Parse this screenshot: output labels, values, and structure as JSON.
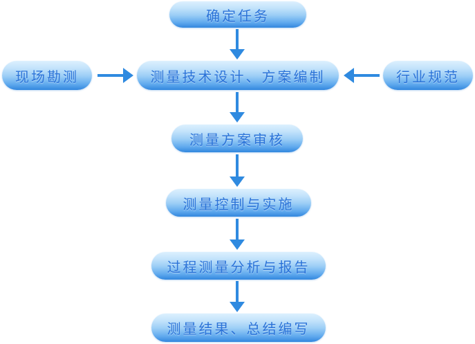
{
  "diagram": {
    "background_color": "#ffffff",
    "colors": {
      "box_gradient_top": "#dcf0fe",
      "box_gradient_bottom": "#3287de",
      "label_text": "#2b73d8",
      "arrow": "#2f8ae0"
    },
    "nodes": {
      "task": {
        "label": "确定任务"
      },
      "site_survey": {
        "label": "现场勘测"
      },
      "design": {
        "label": "测量技术设计、方案编制"
      },
      "industry_standard": {
        "label": "行业规范"
      },
      "review": {
        "label": "测量方案审核"
      },
      "control": {
        "label": "测量控制与实施"
      },
      "analysis": {
        "label": "过程测量分析与报告"
      },
      "summary": {
        "label": "测量结果、总结编写"
      }
    },
    "edges": [
      {
        "from": "task",
        "to": "design",
        "direction": "down"
      },
      {
        "from": "site_survey",
        "to": "design",
        "direction": "right"
      },
      {
        "from": "industry_standard",
        "to": "design",
        "direction": "left"
      },
      {
        "from": "design",
        "to": "review",
        "direction": "down"
      },
      {
        "from": "review",
        "to": "control",
        "direction": "down"
      },
      {
        "from": "control",
        "to": "analysis",
        "direction": "down"
      },
      {
        "from": "analysis",
        "to": "summary",
        "direction": "down"
      }
    ]
  }
}
